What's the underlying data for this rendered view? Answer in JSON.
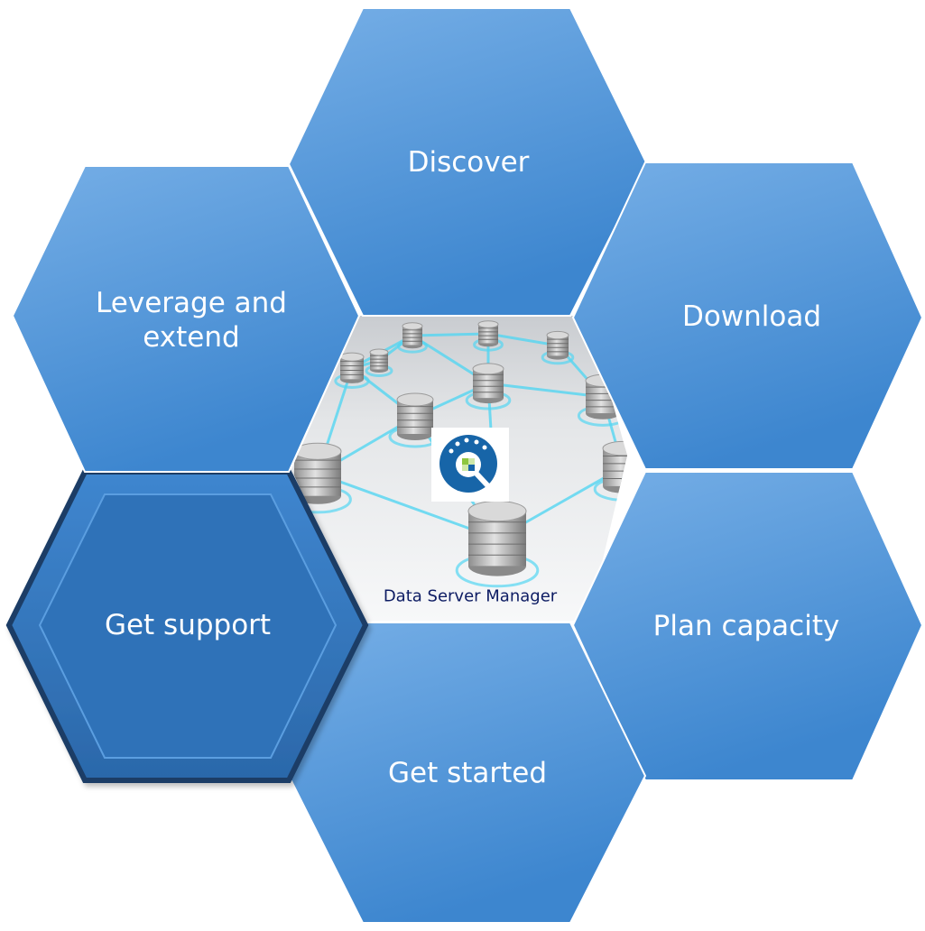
{
  "diagram": {
    "center": {
      "caption": "Data Server Manager",
      "logo_icon": "magnifier-data-icon",
      "background": "network-of-database-cylinders"
    },
    "hexagons": [
      {
        "id": "discover",
        "label": "Discover"
      },
      {
        "id": "download",
        "label": "Download"
      },
      {
        "id": "plan-capacity",
        "label": "Plan capacity"
      },
      {
        "id": "get-started",
        "label": "Get started"
      },
      {
        "id": "get-support",
        "label": "Get support",
        "selected": true
      },
      {
        "id": "leverage-and-extend",
        "label_lines": [
          "Leverage and",
          "extend"
        ]
      }
    ],
    "colors": {
      "hex_light": "#75aee6",
      "hex_dark": "#3d86cf",
      "selected_fill": "#2f72b8",
      "selected_edge": "#1b3e66",
      "caption": "#0d1c63",
      "network_line": "#54d6f2",
      "logo_circle": "#1765a8",
      "logo_green": "#8dc63f"
    }
  }
}
